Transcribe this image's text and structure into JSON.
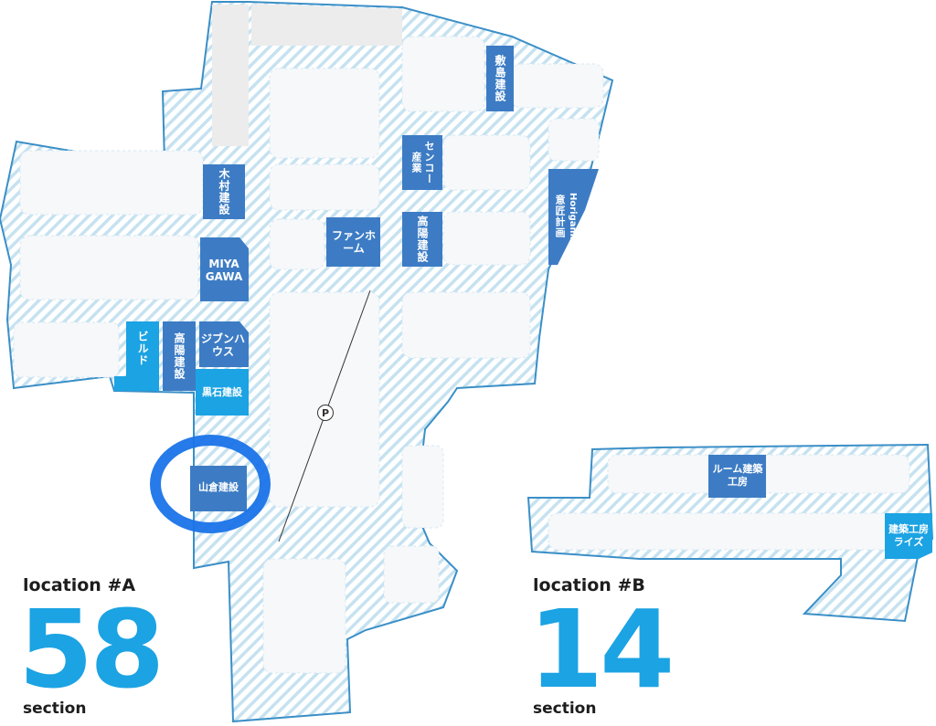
{
  "colors": {
    "outline": "#3b8fc7",
    "hatch": "#c6e2f0",
    "lot": "#f6f8fa",
    "plot_dark": "#3d7cc4",
    "plot_light": "#1ba3e3",
    "gray_area": "#ececec",
    "highlight": "#1a73e8"
  },
  "location_a": {
    "title": "location #A",
    "count": "58",
    "unit": "section"
  },
  "location_b": {
    "title": "location #B",
    "count": "14",
    "unit": "section"
  },
  "parking_label": "P",
  "plots": {
    "shikishima": "敷島建設",
    "senko": "センコー産業",
    "isho": "意匠計画",
    "isho_en": "Horigami",
    "kimura": "木村建設",
    "fan_home": "ファンホーム",
    "takayo_1": "高陽建設",
    "miyagawa": "MIYA GAWA",
    "build": "ビルド",
    "takayo_2": "高陽建設",
    "jibun": "ジブンハウス",
    "kuroishi": "黒石建設",
    "yamakura": "山倉建設",
    "room": "ルーム建築工房",
    "rise": "建築工房ライズ"
  }
}
